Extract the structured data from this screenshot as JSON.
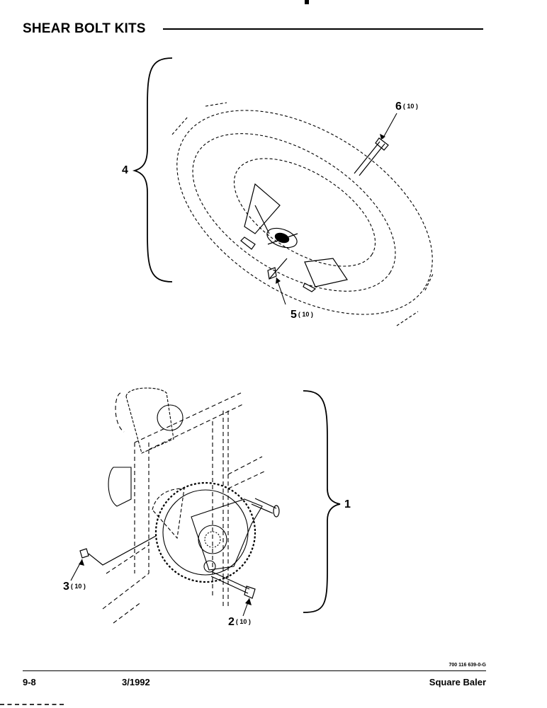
{
  "header": {
    "title": "SHEAR BOLT KITS"
  },
  "callouts": {
    "c1": {
      "num": "1",
      "qty": ""
    },
    "c2": {
      "num": "2",
      "qty": "( 10 )"
    },
    "c3": {
      "num": "3",
      "qty": "( 10 )"
    },
    "c4": {
      "num": "4",
      "qty": ""
    },
    "c5": {
      "num": "5",
      "qty": "( 10 )"
    },
    "c6": {
      "num": "6",
      "qty": "( 10 )"
    }
  },
  "footer": {
    "doc_number": "700 116 639-0-G",
    "page": "9-8",
    "date": "3/1992",
    "product": "Square Baler"
  }
}
